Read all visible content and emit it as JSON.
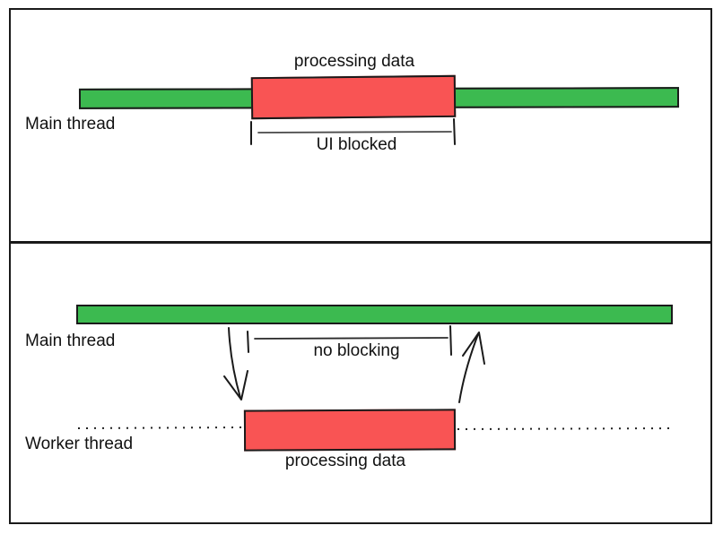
{
  "colors": {
    "ink": "#1a1a1a",
    "bar_green": "#3cba50",
    "block_red": "#f95454"
  },
  "top_panel": {
    "thread_label": "Main thread",
    "block_label": "processing data",
    "bracket_label": "UI blocked"
  },
  "bottom_panel": {
    "main_thread_label": "Main thread",
    "worker_thread_label": "Worker thread",
    "bracket_label": "no blocking",
    "block_label": "processing data"
  }
}
